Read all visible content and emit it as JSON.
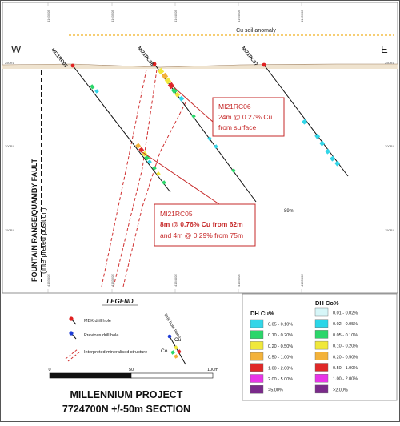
{
  "title": {
    "project": "MILLENNIUM PROJECT",
    "section": "7724700N +/-50m SECTION"
  },
  "compass": {
    "west": "W",
    "east": "E"
  },
  "soil_anomaly": "Cu soil anomaly",
  "fault_label": {
    "line1": "FOUNTAIN RANGE/QUAMBY FAULT",
    "line2": "(interpreted position)"
  },
  "eastings_top": [
    "416300E",
    "416350E",
    "416400E",
    "416450E",
    "416500E"
  ],
  "eastings_bottom": [
    "416300E",
    "416350E",
    "416400E",
    "416450E",
    "416500E"
  ],
  "rl_left": [
    "250RL",
    "200RL",
    "150RL"
  ],
  "rl_right": [
    "250RL",
    "200RL",
    "150RL"
  ],
  "drill_holes": [
    "MI21RC05",
    "MI21RC06",
    "MI21RC07"
  ],
  "depth_label": "89m",
  "callouts": {
    "rc06": {
      "title": "MI21RC06",
      "line1": "24m @ 0.27% Cu",
      "line2": "from surface"
    },
    "rc05": {
      "title": "MI21RC05",
      "line1": "8m @ 0.76% Cu from 62m",
      "line2": "and 4m @ 0.29% from 75m"
    }
  },
  "legend": {
    "title": "LEGEND",
    "mbk_drill_hole": "MBK drill hole",
    "previous_drill_hole": "Previous drill hole",
    "interpreted_structure": "Interpreted mineralised structure",
    "drill_hole_trace": "Drill hole trace",
    "cu": "Cu",
    "co": "Co",
    "dh_cu_title": "DH Cu%",
    "dh_co_title": "DH Co%",
    "dh_cu_rows": [
      "0.05 - 0.10%",
      "0.10 - 0.20%",
      "0.20 - 0.50%",
      "0.50 - 1.00%",
      "1.00 - 2.00%",
      "2.00 - 5.00%",
      ">5.00%"
    ],
    "dh_co_rows": [
      "0.01 - 0.02%",
      "0.02 - 0.05%",
      "0.05 - 0.10%",
      "0.10 - 0.20%",
      "0.20 - 0.50%",
      "0.50 - 1.00%",
      "1.00 - 2.00%",
      ">2.00%"
    ],
    "dh_cu_colors": [
      "#33d6e8",
      "#2bd66a",
      "#f0e83a",
      "#f3b23a",
      "#e02828",
      "#e835e8",
      "#7a2a8a"
    ],
    "dh_co_colors": [
      "#d6f6f8",
      "#2bd6e8",
      "#2bd66a",
      "#f0e83a",
      "#f3b23a",
      "#e02828",
      "#e835e8",
      "#7a2a8a"
    ]
  },
  "scale_bar": {
    "zero": "0",
    "mid": "50",
    "end": "100m"
  },
  "colors": {
    "mbk_hole": "#e02020",
    "previous_hole": "#1e3cd6",
    "callout": "#c62828",
    "interpreted_structure": "#d03030",
    "soil_anomaly": "#f0b020"
  }
}
